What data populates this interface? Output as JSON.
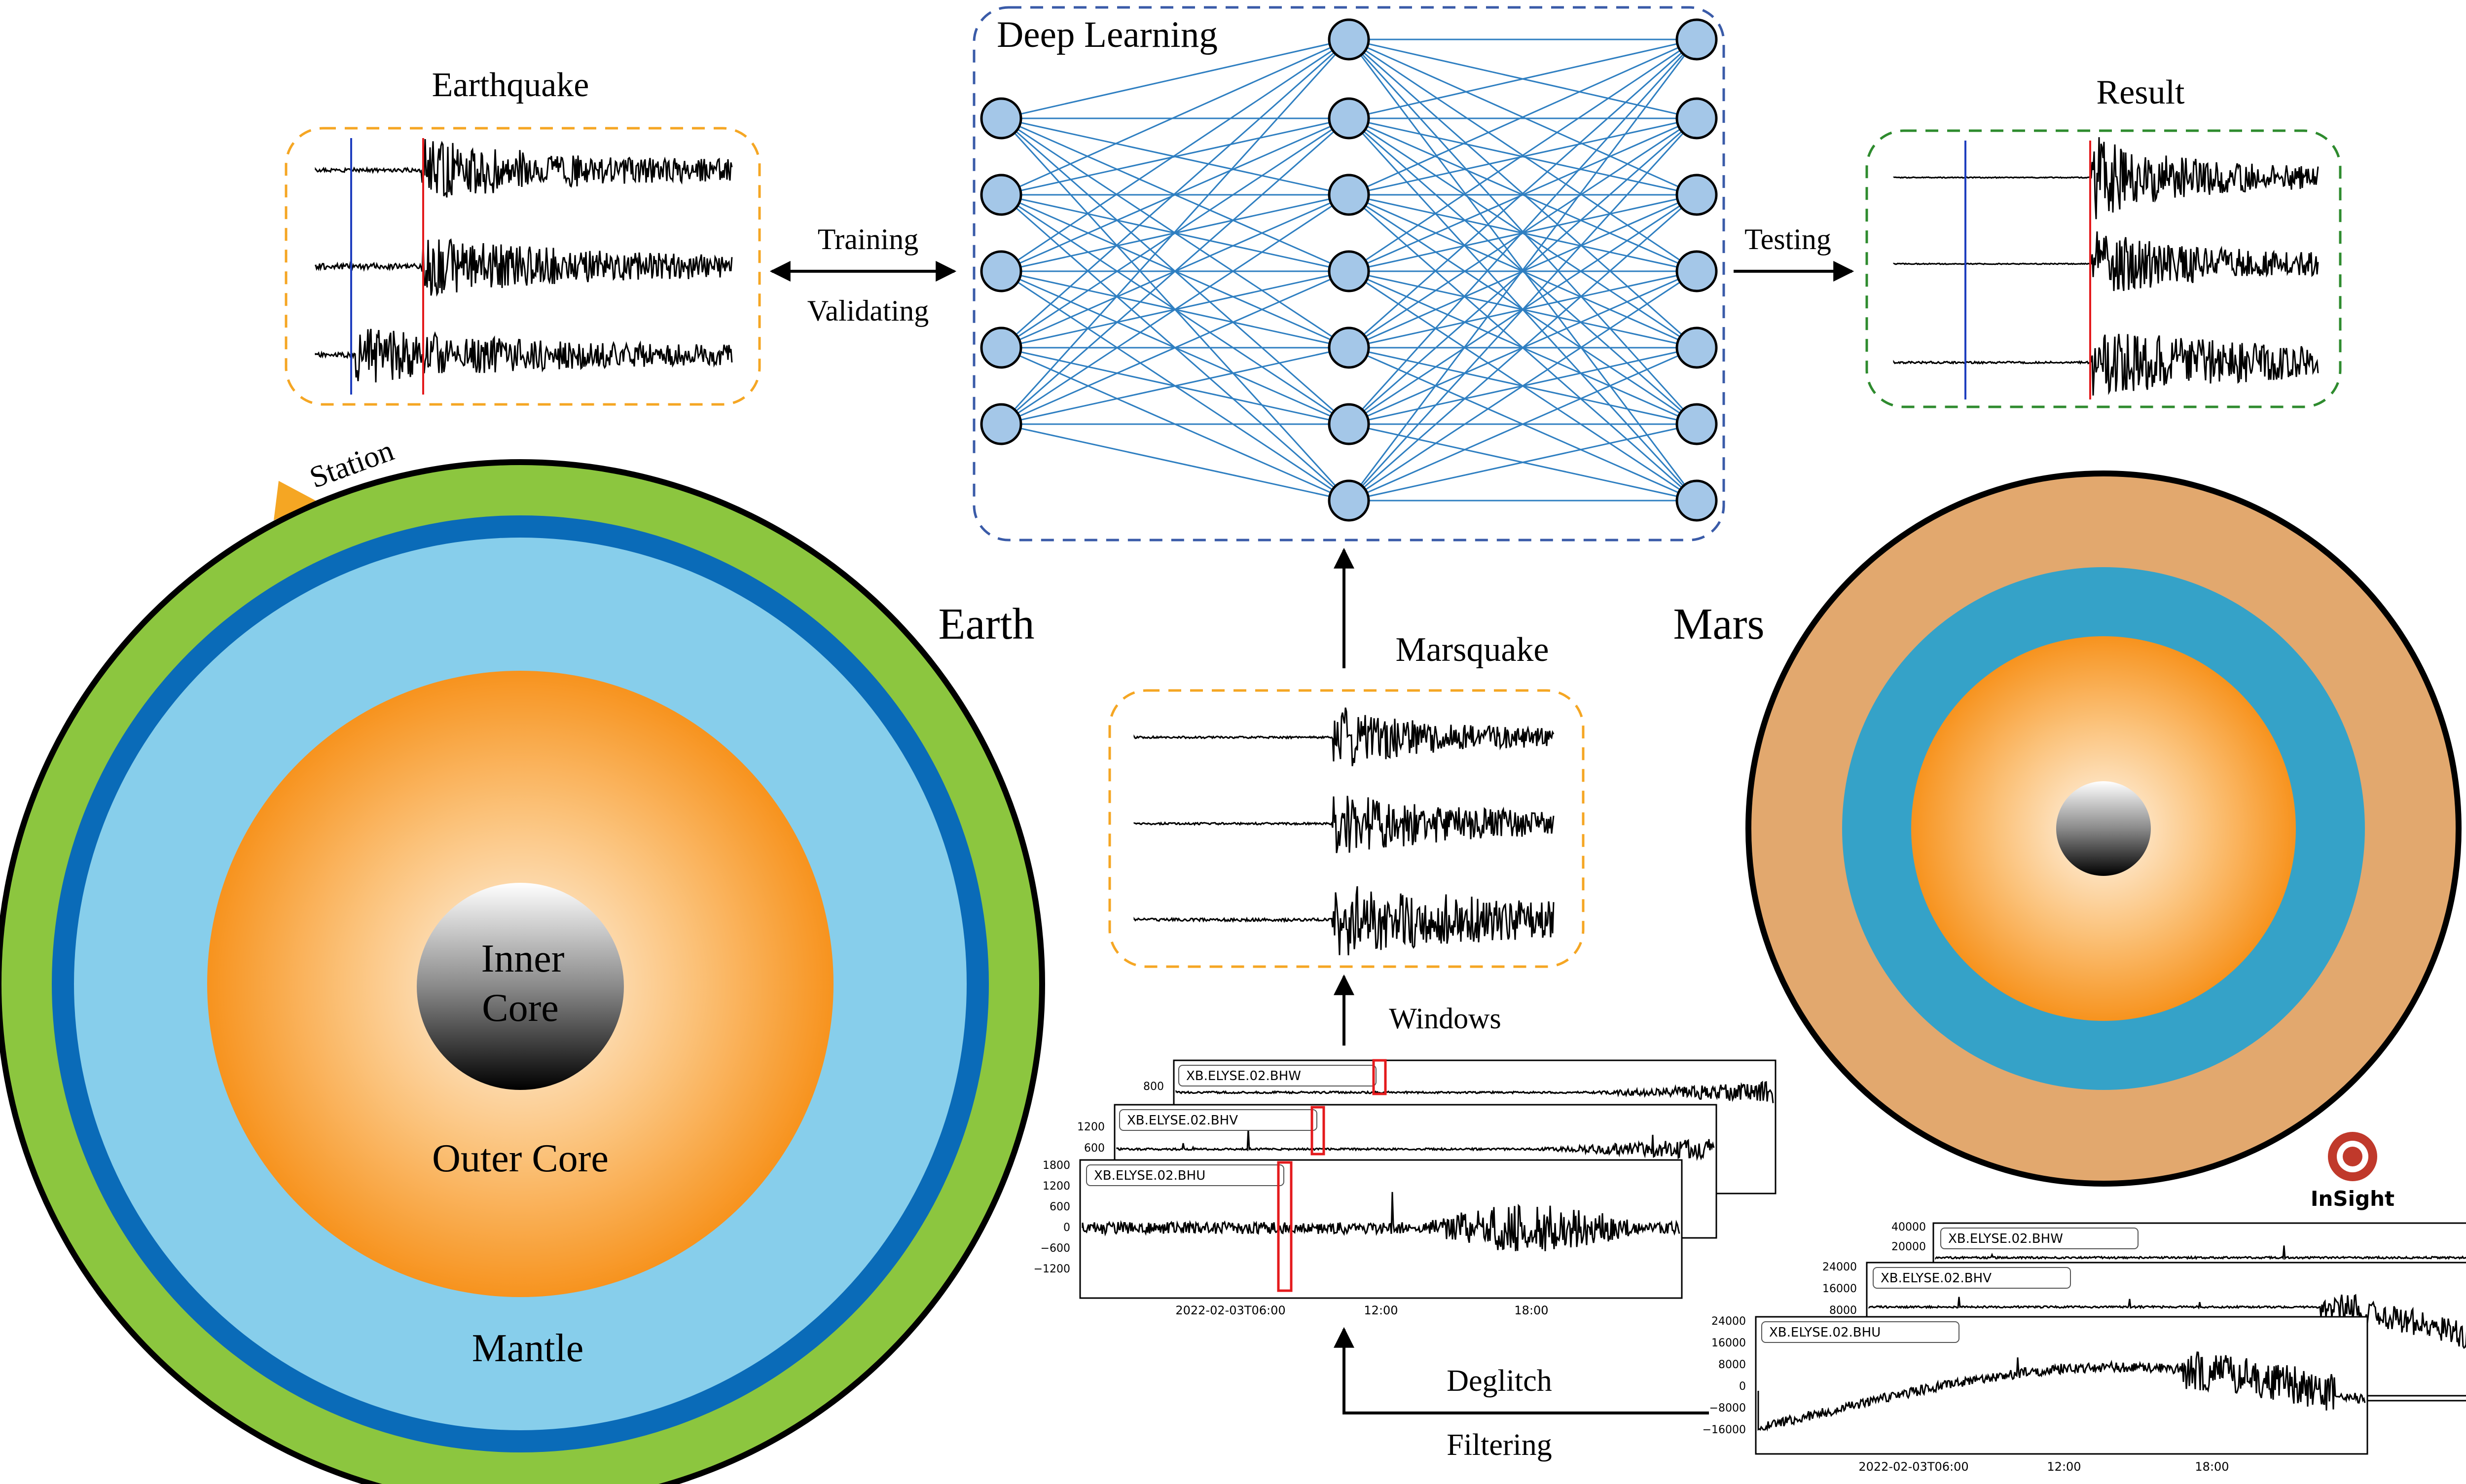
{
  "colors": {
    "orange_dash": "#f5a623",
    "blue_dash": "#3a5ba8",
    "green_dash": "#2e8b2e",
    "earth_crust": "#8cc63f",
    "earth_blue_ring": "#0a6bb8",
    "earth_mantle": "#87ceeb",
    "core_orange": "#f7931e",
    "mars_mantle": "#e2a86e",
    "mars_blue": "#35a2c8",
    "node_fill": "#a4c7e8",
    "edge_blue": "#2f7fc1",
    "pick_red": "#e41a1c",
    "pick_blue": "#1f3fbf",
    "window_red": "#e41a1c",
    "insight_red": "#c0392b"
  },
  "labels": {
    "earthquake": "Earthquake",
    "deep_learning": "Deep Learning",
    "result": "Result",
    "training": "Training",
    "validating": "Validating",
    "testing": "Testing",
    "station": "Station",
    "earth": "Earth",
    "mars": "Mars",
    "marsquake": "Marsquake",
    "windows": "Windows",
    "deglitch": "Deglitch",
    "filtering": "Filtering",
    "inner_core_1": "Inner",
    "inner_core_2": "Core",
    "outer_core": "Outer Core",
    "mantle": "Mantle",
    "insight": "InSight"
  },
  "panel_raw": {
    "traces": [
      "XB.ELYSE.02.BHW",
      "XB.ELYSE.02.BHV",
      "XB.ELYSE.02.BHU"
    ],
    "ticks_w": [
      "800"
    ],
    "ticks_v": [
      "1200",
      "600"
    ],
    "ticks_u": [
      "1800",
      "1200",
      "600",
      "0",
      "−600",
      "−1200"
    ],
    "xticks": [
      "2022-02-03T06:00",
      "12:00",
      "18:00"
    ]
  },
  "panel_filtered": {
    "traces": [
      "XB.ELYSE.02.BHW",
      "XB.ELYSE.02.BHV",
      "XB.ELYSE.02.BHU"
    ],
    "ticks_w": [
      "40000",
      "20000"
    ],
    "ticks_v": [
      "24000",
      "16000",
      "8000"
    ],
    "ticks_u": [
      "24000",
      "16000",
      "8000",
      "0",
      "−8000",
      "−16000"
    ],
    "xticks": [
      "2022-02-03T06:00",
      "12:00",
      "18:00"
    ]
  }
}
